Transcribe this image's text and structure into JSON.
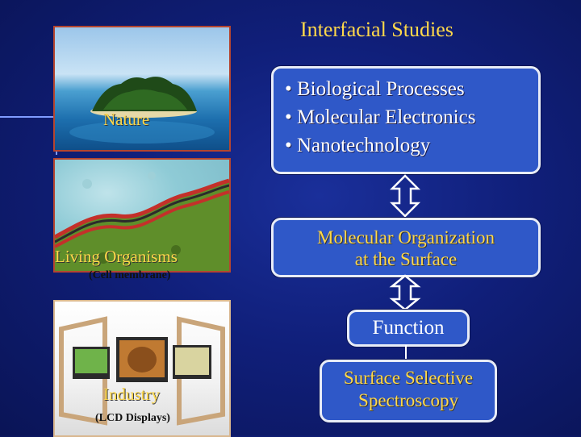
{
  "title": "Interfacial Studies",
  "left": {
    "nature_label": "Nature",
    "living_label": "Living Organisms",
    "living_sub": "(Cell membrane)",
    "industry_label": "Industry",
    "industry_sub": "(LCD Displays)"
  },
  "right": {
    "bullets": [
      "• Biological Processes",
      "• Molecular Electronics",
      "• Nanotechnology"
    ],
    "organization": [
      "Molecular Organization",
      "at the Surface"
    ],
    "function": "Function",
    "spectroscopy": [
      "Surface Selective",
      "Spectroscopy"
    ]
  },
  "colors": {
    "accent_yellow": "#ffd84a",
    "box_fill": "#2f58c8",
    "background": "#101f7a"
  }
}
